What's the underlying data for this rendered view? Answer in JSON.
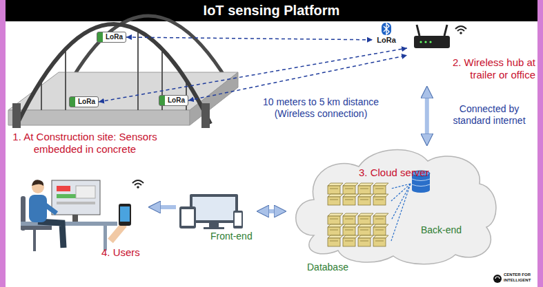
{
  "diagram": {
    "title": "IoT sensing Platform",
    "nodes": [
      {
        "text": [
          "1. At Construction site: Sensors embedded in concrete"
        ]
      },
      {
        "text": [
          "LoRa"
        ],
        "in": 0
      },
      {
        "text": [
          "LoRa"
        ],
        "in": 0
      },
      {
        "text": [
          "LoRa"
        ],
        "in": 0
      },
      {
        "text": [
          "2. Wireless hub at trailer or office"
        ]
      },
      {
        "text": [
          "LoRa"
        ]
      },
      {
        "text": [
          "3. Cloud server",
          "Database"
        ]
      },
      {
        "text": [
          "Front-end"
        ]
      },
      {
        "text": [
          "4. Users"
        ]
      }
    ],
    "edges": [
      {
        "from": 1,
        "to": 5,
        "arrow": "both"
      },
      {
        "from": 2,
        "to": 4,
        "arrow": "both"
      },
      {
        "from": 3,
        "to": 4,
        "arrow": "both"
      },
      {
        "from": 4,
        "to": 6,
        "arrow": "both"
      },
      {
        "from": 6,
        "to": 7,
        "arrow": "both"
      },
      {
        "from": 7,
        "to": 8,
        "arrow": "to"
      }
    ],
    "labels": [
      "10 meters to 5 km distance (Wireless connection)",
      "Connected by standard internet",
      "Back-end",
      "CENTER FOR",
      "INTELLIGENT"
    ]
  }
}
